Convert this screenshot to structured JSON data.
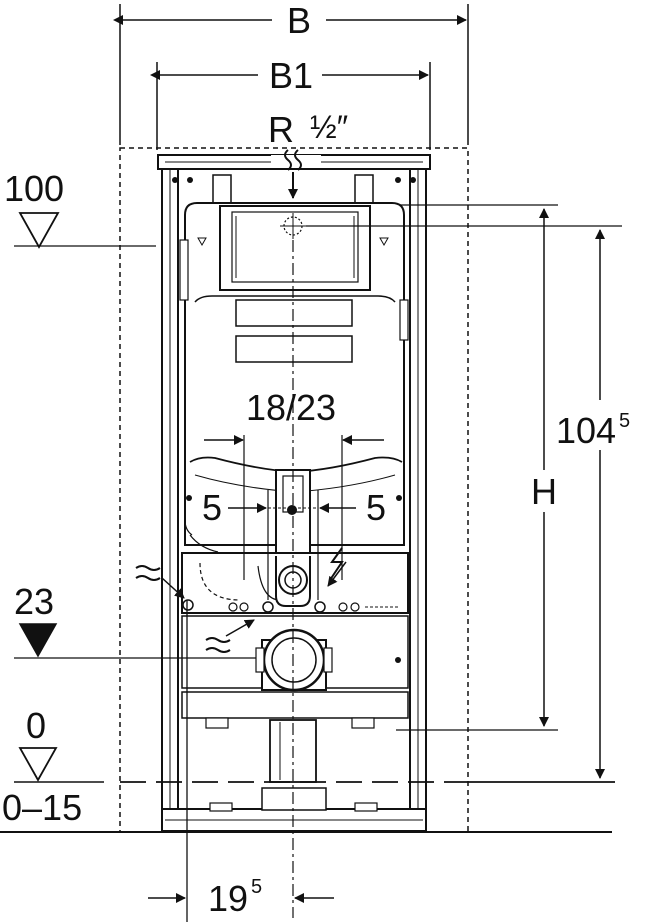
{
  "dimensions": {
    "B": "B",
    "B1": "B1",
    "R_prefix": "R",
    "R_fraction": "½″",
    "level_100": "100",
    "level_23": "23",
    "level_0": "0",
    "range_0_15": "0–15",
    "spacing_18_23": "18/23",
    "offset_left": "5",
    "offset_right": "5",
    "H": "H",
    "height_104_main": "104",
    "height_104_sup": "5",
    "width_19_main": "19",
    "width_19_sup": "5"
  },
  "colors": {
    "line": "#111111",
    "background": "#ffffff"
  }
}
